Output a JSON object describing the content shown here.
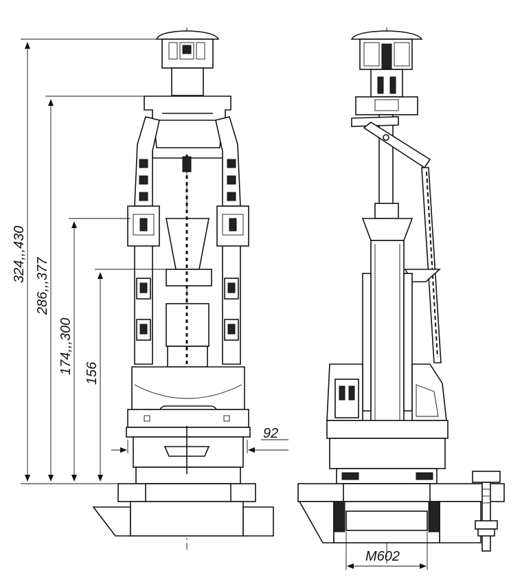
{
  "dimensions": {
    "overall_height": "324,,,430",
    "frame_height": "286,,,377",
    "float_height": "174,,,300",
    "base_height": "156",
    "width": "92",
    "thread": "M602"
  },
  "views": {
    "front": "front-view",
    "side": "side-section-view"
  }
}
